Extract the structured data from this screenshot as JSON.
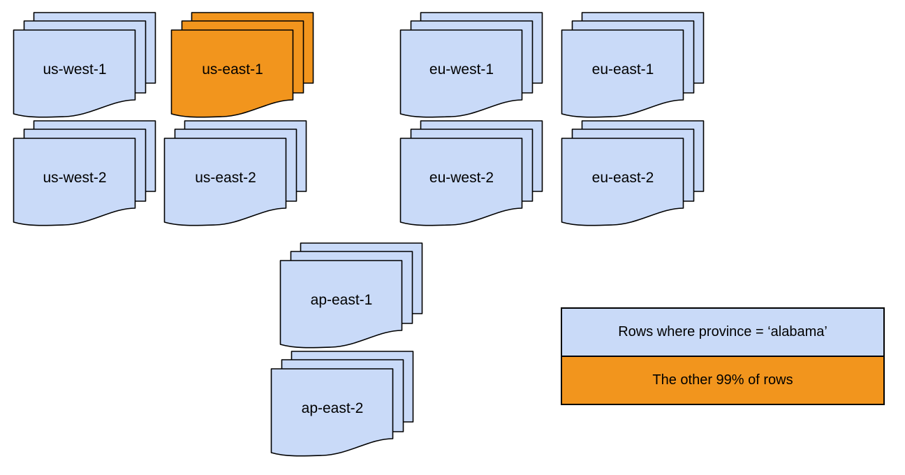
{
  "colors": {
    "blue": "#c9daf8",
    "orange": "#f2951d",
    "stroke": "#000000"
  },
  "highlighted_stack": "us-east-1",
  "stacks": [
    {
      "label": "us-west-1",
      "variant": "blue"
    },
    {
      "label": "us-east-1",
      "variant": "orange"
    },
    {
      "label": "eu-west-1",
      "variant": "blue"
    },
    {
      "label": "eu-east-1",
      "variant": "blue"
    },
    {
      "label": "us-west-2",
      "variant": "blue"
    },
    {
      "label": "us-east-2",
      "variant": "blue"
    },
    {
      "label": "eu-west-2",
      "variant": "blue"
    },
    {
      "label": "eu-east-2",
      "variant": "blue"
    },
    {
      "label": "ap-east-1",
      "variant": "blue"
    },
    {
      "label": "ap-east-2",
      "variant": "blue"
    }
  ],
  "legend": {
    "items": [
      {
        "label": "Rows where province = ‘alabama’",
        "variant": "blue"
      },
      {
        "label": "The other 99% of rows",
        "variant": "orange"
      }
    ]
  }
}
